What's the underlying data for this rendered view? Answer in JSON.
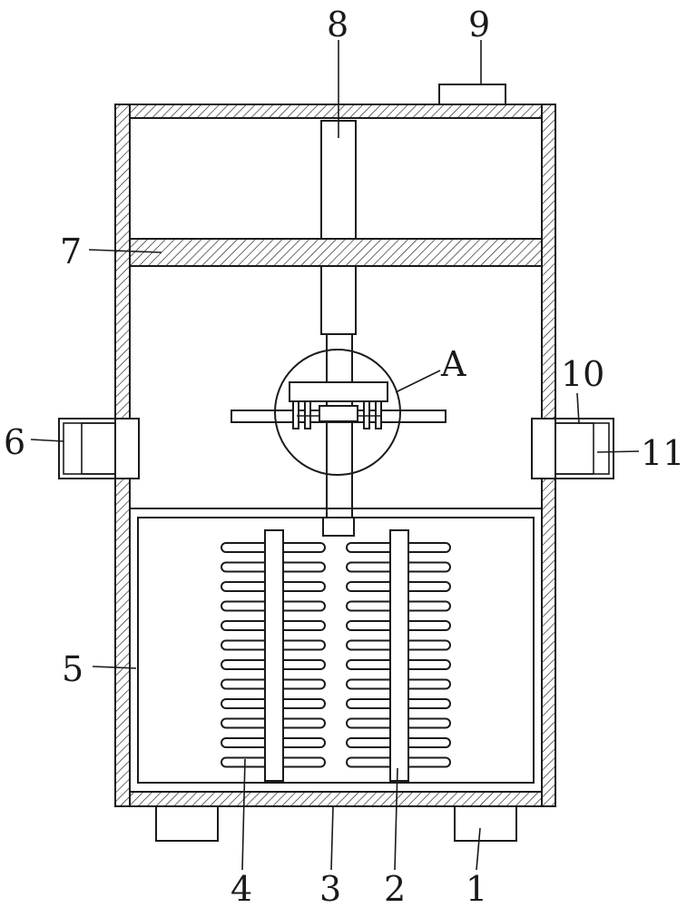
{
  "labels": {
    "l1": "1",
    "l2": "2",
    "l3": "3",
    "l4": "4",
    "l5": "5",
    "l6": "6",
    "l7": "7",
    "l8": "8",
    "l9": "9",
    "l10": "10",
    "l11": "11",
    "lA": "A"
  },
  "colors": {
    "stroke": "#1a1a1a",
    "background": "#ffffff"
  }
}
